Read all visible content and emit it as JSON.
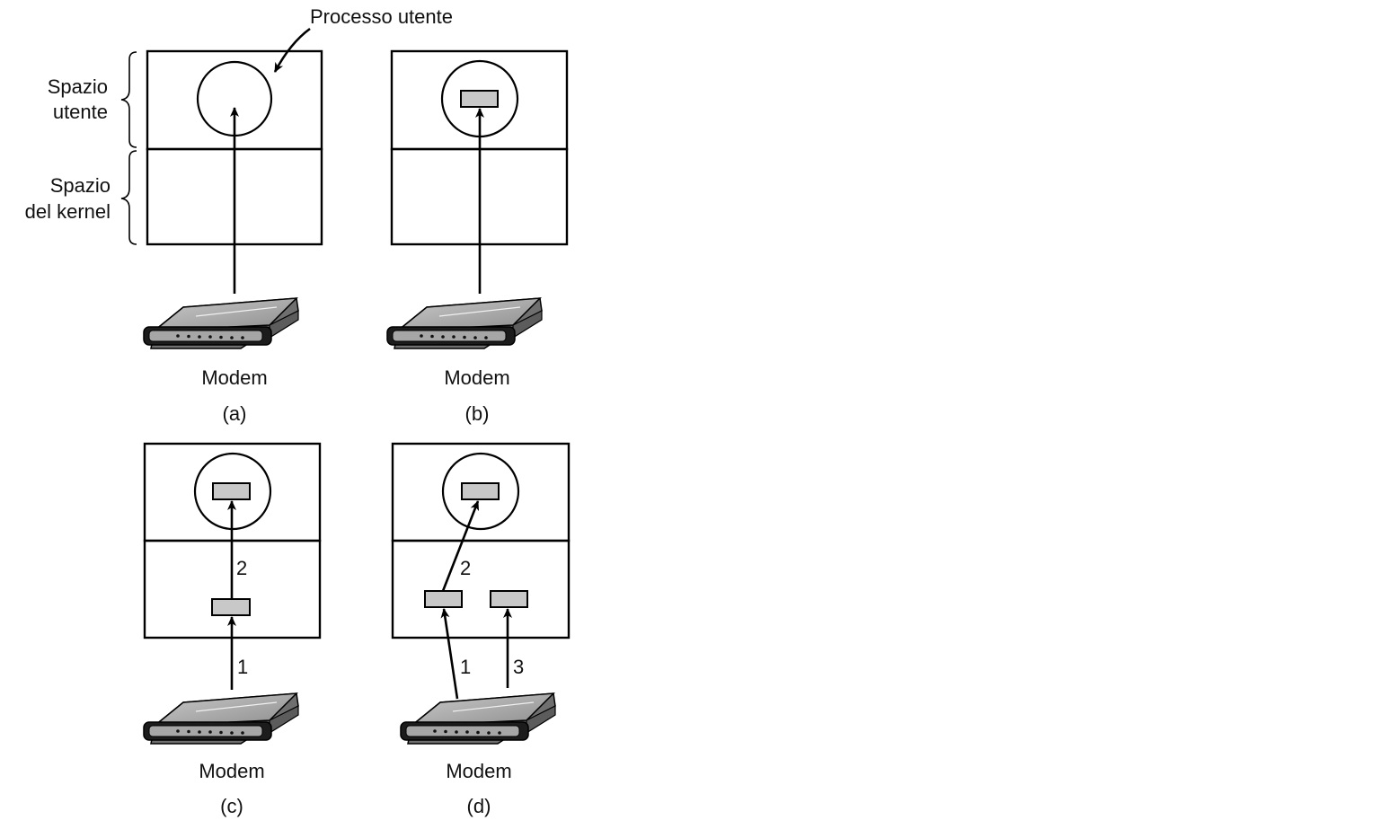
{
  "labels": {
    "process": "Processo utente",
    "user_space": [
      "Spazio",
      "utente"
    ],
    "kernel_space": [
      "Spazio",
      "del kernel"
    ]
  },
  "panels": [
    {
      "id": "a",
      "device": "Modem",
      "caption": "(a)"
    },
    {
      "id": "b",
      "device": "Modem",
      "caption": "(b)"
    },
    {
      "id": "c",
      "device": "Modem",
      "caption": "(c)",
      "steps": [
        "2",
        "1"
      ]
    },
    {
      "id": "d",
      "device": "Modem",
      "caption": "(d)",
      "steps": [
        "2",
        "1",
        "3"
      ]
    }
  ],
  "colors": {
    "buffer_fill": "#c8c8c8",
    "modem_body": "#a9a9a9",
    "ink": "#000000"
  }
}
